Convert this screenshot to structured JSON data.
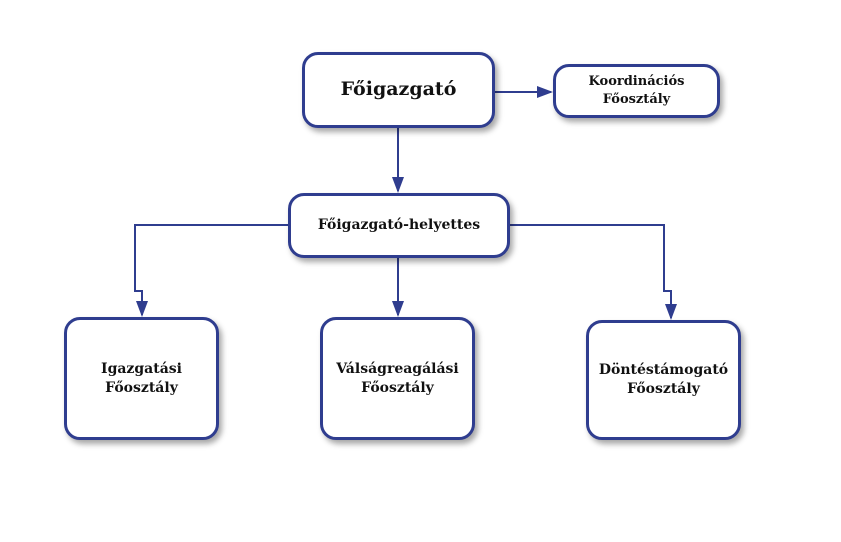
{
  "colors": {
    "line": "#2f3d8f"
  },
  "nodes": {
    "director_general": {
      "label": "Főigazgató"
    },
    "coordination": {
      "line1": "Koordinációs",
      "line2": "Főosztály"
    },
    "deputy": {
      "label": "Főigazgató-helyettes"
    },
    "administration": {
      "line1": "Igazgatási",
      "line2": "Főosztály"
    },
    "crisis_response": {
      "line1": "Válságreagálási",
      "line2": "Főosztály"
    },
    "decision_support": {
      "line1": "Döntéstámogató",
      "line2": "Főosztály"
    }
  }
}
